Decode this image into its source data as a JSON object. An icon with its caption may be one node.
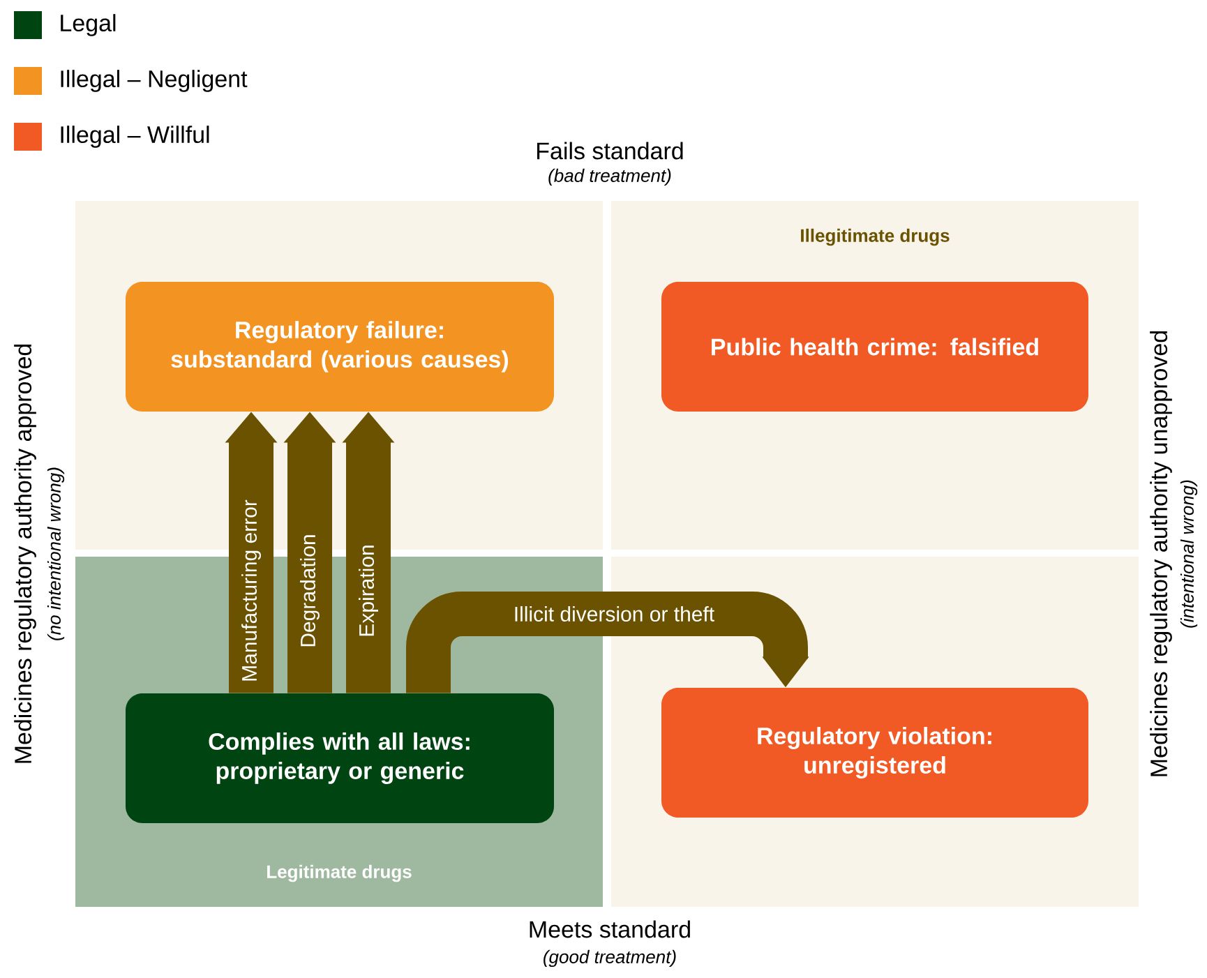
{
  "diagram": {
    "nodes": [
      {
        "text": [
          "Legitimate drugs"
        ]
      },
      {
        "text": [
          "Illegitimate drugs"
        ]
      },
      {
        "text": [
          "Regulatory failure: substandard (various causes)"
        ]
      },
      {
        "text": [
          "Public health crime: falsified"
        ],
        "in": 1
      },
      {
        "text": [
          "Complies with all laws: proprietary or generic"
        ],
        "in": 0
      },
      {
        "text": [
          "Regulatory violation: unregistered"
        ]
      }
    ],
    "edges": [
      {
        "from": 4,
        "to": 2,
        "arrow": "to",
        "label": "Manufacturing error"
      },
      {
        "from": 4,
        "to": 2,
        "arrow": "to",
        "label": "Degradation"
      },
      {
        "from": 4,
        "to": 2,
        "arrow": "to",
        "label": "Expiration"
      },
      {
        "from": 4,
        "to": 5,
        "arrow": "to",
        "label": "Illicit diversion or theft"
      }
    ],
    "labels": [
      "Fails standard",
      "(bad treatment)",
      "Medicines regulatory authority approved",
      "(no intentional wrong)",
      "Medicines regulatory authority unapproved",
      "(intentional wrong)",
      "Meets standard",
      "(good treatment)"
    ],
    "legend": [
      {
        "text": "Legal",
        "color": "#004411"
      },
      {
        "text": "Illegal – Negligent",
        "color": "#f39322"
      },
      {
        "text": "Illegal – Willful",
        "color": "#f15a24"
      }
    ]
  }
}
